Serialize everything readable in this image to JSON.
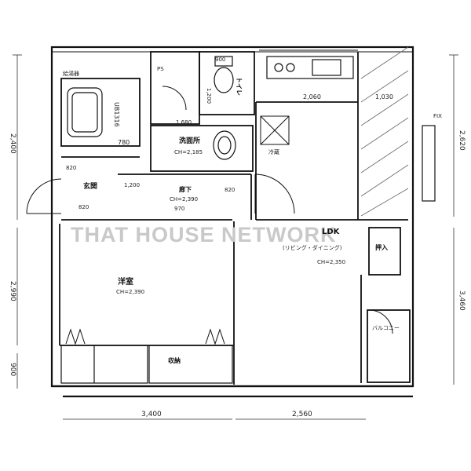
{
  "watermark": "THAT HOUSE NETWORK",
  "dimensions": {
    "top_left_height": "2,400",
    "left_mid_height": "2,990",
    "left_bottom_height": "900",
    "right_top_height": "2,620",
    "right_mid_height": "3,460",
    "bottom_left_width": "3,400",
    "bottom_right_width": "2,560"
  },
  "rooms": {
    "bath": {
      "name": "UB1316",
      "width": "780"
    },
    "washroom": {
      "name": "洗面所",
      "area": "CH=2,185",
      "dim_a": "1,680",
      "dim_b": "820"
    },
    "toilet": {
      "name": "トイレ",
      "dim": "1,200",
      "width": "900"
    },
    "entrance": {
      "name": "玄関",
      "width": "820"
    },
    "hallway": {
      "name": "廊下",
      "dim": "1,200",
      "area": "CH=2,390",
      "width": "970",
      "dim_b": "820"
    },
    "bedroom": {
      "name": "洋室",
      "area": "CH=2,390"
    },
    "ldk": {
      "name": "LDK",
      "area": "CH=2,350"
    },
    "storage": {
      "name": "収納"
    },
    "kitchen": {
      "dim_a": "2,060",
      "dim_b": "1,030"
    }
  },
  "labels": {
    "bath_note": "給湯器",
    "fridge": "冷蔵",
    "pipe_space": "PS",
    "closet_note": "押入",
    "balcony_note": "バルコニー",
    "window": "FIX",
    "ldk_sub": "(リビング・ダイニング)"
  }
}
